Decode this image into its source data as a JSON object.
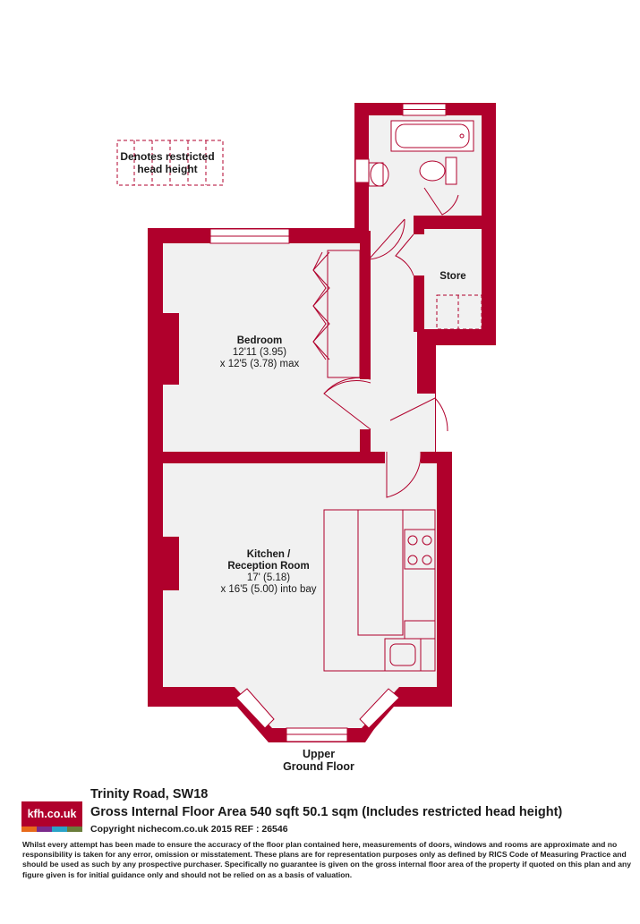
{
  "legend": {
    "restricted_line1": "Denotes restricted",
    "restricted_line2": "head height"
  },
  "rooms": {
    "bedroom": {
      "name": "Bedroom",
      "dim1": "12'11 (3.95)",
      "dim2": "x 12'5 (3.78) max"
    },
    "kitchen": {
      "name_line1": "Kitchen /",
      "name_line2": "Reception Room",
      "dim1": "17' (5.18)",
      "dim2": "x 16'5 (5.00) into bay"
    },
    "store": {
      "name": "Store"
    }
  },
  "floor": {
    "line1": "Upper",
    "line2": "Ground Floor"
  },
  "brand": {
    "logo_text": "kfh.co.uk",
    "bar_colors": [
      "#e86a1a",
      "#7a2a8c",
      "#2aa3c8",
      "#6a7d3a"
    ]
  },
  "property": {
    "address": "Trinity Road, SW18",
    "gross_area": "Gross Internal Floor Area 540 sqft 50.1 sqm (Includes restricted head height)",
    "copyright": "Copyright nichecom.co.uk 2015 REF : 26546",
    "disclaimer": "Whilst every attempt has been made to ensure the accuracy of the floor plan contained here, measurements of doors, windows and rooms are approximate and no responsibility is taken for any error, omission or misstatement.  These plans are for representation purposes only as defined by RICS Code of Measuring Practice and should be used as such by any prospective purchaser.  Specifically no guarantee is given on the gross internal floor area of the property if quoted on this plan and any figure given is for initial guidance only and should not be relied on as a basis of valuation."
  },
  "colors": {
    "wall": "#b0002c",
    "floor": "#f1f1f1",
    "line": "#b0002c"
  }
}
